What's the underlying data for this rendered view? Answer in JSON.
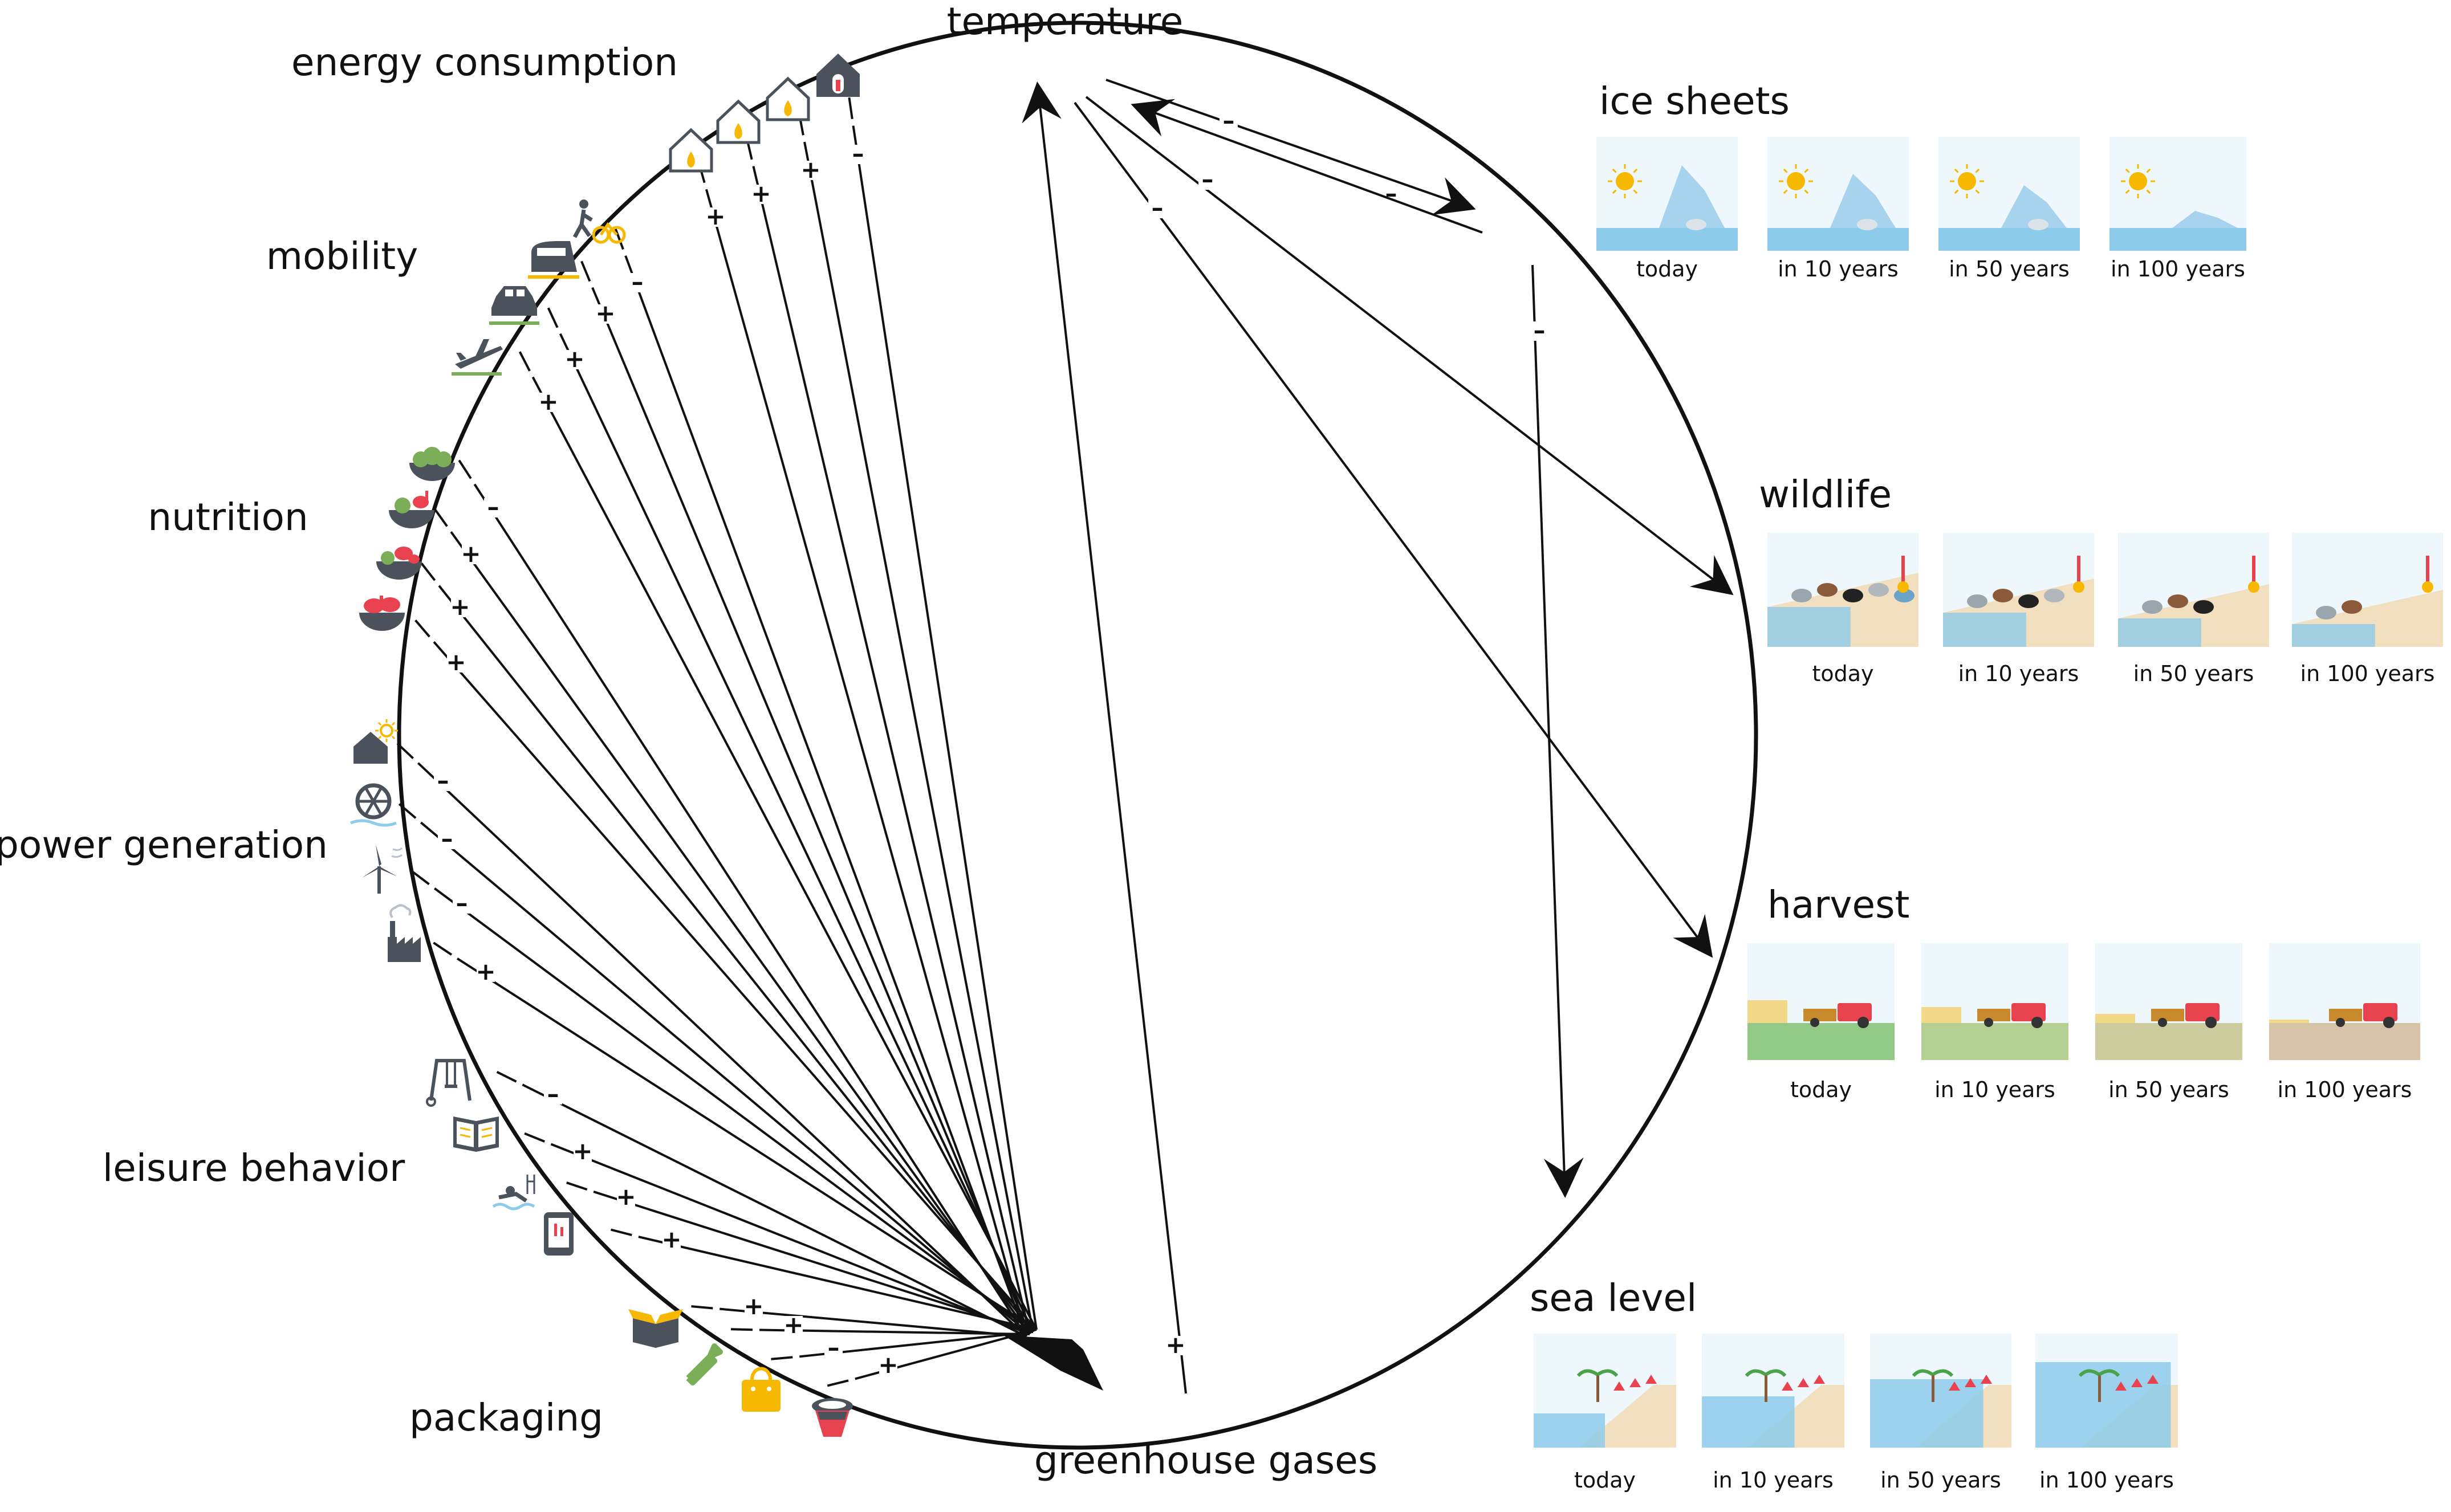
{
  "nodes": {
    "top": "temperature",
    "bottom": "greenhouse gases"
  },
  "categories": [
    {
      "key": "energy",
      "label": "energy consumption",
      "icons": [
        "house-flame-icon",
        "house-flame-icon",
        "house-flame-icon",
        "house-thermometer-icon"
      ],
      "signs": [
        "+",
        "+",
        "+",
        "–"
      ]
    },
    {
      "key": "mobility",
      "label": "mobility",
      "icons": [
        "pedestrian-bicycle-icon",
        "train-icon",
        "car-icon",
        "airplane-icon"
      ],
      "signs": [
        "–",
        "+",
        "+",
        "+"
      ]
    },
    {
      "key": "nutrition",
      "label": "nutrition",
      "icons": [
        "vegetable-bowl-icon",
        "vegetable-chicken-bowl-icon",
        "mixed-meat-bowl-icon",
        "meat-bowl-icon"
      ],
      "signs": [
        "–",
        "+",
        "+",
        "+"
      ]
    },
    {
      "key": "power",
      "label": "power generation",
      "icons": [
        "solar-house-icon",
        "hydro-wheel-icon",
        "wind-turbine-icon",
        "factory-icon"
      ],
      "signs": [
        "–",
        "–",
        "–",
        "+"
      ]
    },
    {
      "key": "leisure",
      "label": "leisure behavior",
      "icons": [
        "swing-icon",
        "book-icon",
        "swimming-icon",
        "tablet-icon"
      ],
      "signs": [
        "–",
        "+",
        "+",
        "+"
      ]
    },
    {
      "key": "packaging",
      "label": "packaging",
      "icons": [
        "box-icon",
        "bottle-icon",
        "bag-icon",
        "cup-icon"
      ],
      "signs": [
        "+",
        "+",
        "–",
        "+"
      ]
    }
  ],
  "central_signs": {
    "greenhouse_to_temperature": "+",
    "temperature_to_ice": "–",
    "ice_to_temperature": "–",
    "ice_to_sea": "–",
    "temperature_to_wildlife": "–",
    "temperature_to_harvest": "–"
  },
  "impacts": [
    {
      "key": "ice",
      "title": "ice sheets",
      "captions": [
        "today",
        "in 10 years",
        "in 50 years",
        "in 100 years"
      ]
    },
    {
      "key": "wildlife",
      "title": "wildlife",
      "captions": [
        "today",
        "in 10 years",
        "in 50 years",
        "in 100 years"
      ]
    },
    {
      "key": "harvest",
      "title": "harvest",
      "captions": [
        "today",
        "in 10 years",
        "in 50 years",
        "in 100 years"
      ]
    },
    {
      "key": "sea",
      "title": "sea level",
      "captions": [
        "today",
        "in 10 years",
        "in 50 years",
        "in 100 years"
      ]
    }
  ],
  "colors": {
    "icon_gray": "#4b525b",
    "accent_yellow": "#f6b800",
    "accent_red": "#e8424f",
    "veg_green": "#7cae5a",
    "water_blue": "#8dcbea",
    "sky": "#eef7fc",
    "sand": "#f1dfbf",
    "grass": "#93c987"
  }
}
